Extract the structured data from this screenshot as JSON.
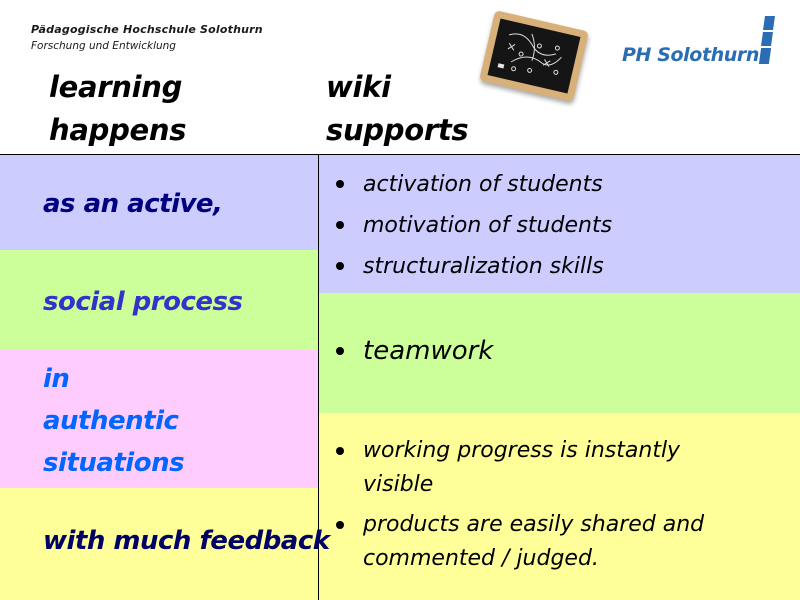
{
  "header": {
    "institution": "Pädagogische Hochschule Solothurn",
    "department": "Forschung und Entwicklung",
    "logo_text": "PH Solothurn",
    "image": "chalkboard-icon"
  },
  "columns": {
    "left_heading": [
      "learning",
      "happens"
    ],
    "right_heading": [
      "wiki",
      "supports"
    ]
  },
  "colors": {
    "blue_band": "#ccccff",
    "green_band": "#ccff99",
    "pink_band": "#ffccff",
    "yellow_band": "#ffff99",
    "dark_navy": "#000080",
    "royal_blue": "#3333cc",
    "bright_blue": "#0066ff",
    "logo_blue": "#2b6db3"
  },
  "left": [
    {
      "lines": [
        "as an active,"
      ],
      "color": "#000080"
    },
    {
      "lines": [
        "social process"
      ],
      "color": "#3333cc"
    },
    {
      "lines": [
        "in",
        "authentic",
        "situations"
      ],
      "color": "#0066ff"
    },
    {
      "lines": [
        "with much feedback"
      ],
      "color": "#000066"
    }
  ],
  "right": [
    {
      "items": [
        "activation of students",
        "motivation of students",
        "structuralization skills"
      ]
    },
    {
      "items": [
        "teamwork"
      ]
    },
    {
      "items": [
        "working progress is instantly visible",
        "products are easily shared and commented / judged."
      ]
    }
  ]
}
